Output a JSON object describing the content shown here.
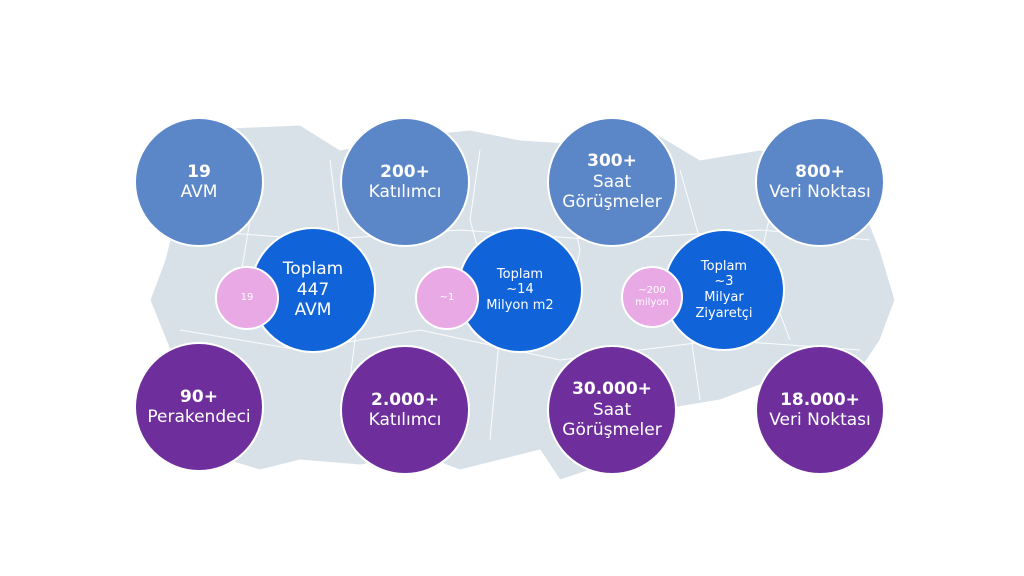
{
  "colors": {
    "top": "#5b86c8",
    "middle": "#1063d9",
    "small": "#e9a9e5",
    "bottom": "#6e2f9c",
    "map": "#d8e1e8"
  },
  "top": [
    {
      "value": "19",
      "label": "AVM"
    },
    {
      "value": "200+",
      "label": "Katılımcı"
    },
    {
      "value": "300+",
      "label": "Saat",
      "label2": "Görüşmeler"
    },
    {
      "value": "800+",
      "label": "Veri Noktası"
    }
  ],
  "middle": [
    {
      "lines": [
        "Toplam",
        "447",
        "AVM"
      ],
      "small": "19"
    },
    {
      "lines": [
        "Toplam",
        "~14",
        "Milyon m2"
      ],
      "small": "~1"
    },
    {
      "lines": [
        "Toplam",
        "~3",
        "Milyar",
        "Ziyaretçi"
      ],
      "small": "~200",
      "small2": "milyon"
    }
  ],
  "bottom": [
    {
      "value": "90+",
      "label": "Perakendeci"
    },
    {
      "value": "2.000+",
      "label": "Katılımcı"
    },
    {
      "value": "30.000+",
      "label": "Saat",
      "label2": "Görüşmeler"
    },
    {
      "value": "18.000+",
      "label": "Veri Noktası"
    }
  ]
}
